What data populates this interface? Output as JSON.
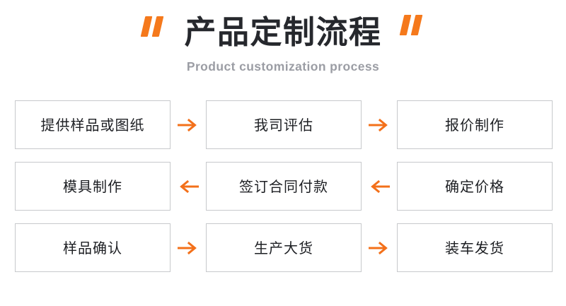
{
  "header": {
    "quote_open": "open-quote-mark",
    "quote_close": "close-quote-mark",
    "title": "产品定制流程",
    "subtitle": "Product customization process"
  },
  "colors": {
    "accent_orange": "#f3701a",
    "quote_orange": "#f5791c",
    "title_dark": "#26282d",
    "subtitle_gray": "#9b9da4",
    "box_border": "#c7c9cc",
    "background": "#ffffff"
  },
  "flow": {
    "rows": [
      {
        "direction": "right",
        "arrow_glyph": "→",
        "steps": [
          {
            "label": "提供样品或图纸"
          },
          {
            "label": "我司评估"
          },
          {
            "label": "报价制作"
          }
        ]
      },
      {
        "direction": "left",
        "arrow_glyph": "←",
        "steps": [
          {
            "label": "模具制作"
          },
          {
            "label": "签订合同付款"
          },
          {
            "label": "确定价格"
          }
        ]
      },
      {
        "direction": "right",
        "arrow_glyph": "→",
        "steps": [
          {
            "label": "样品确认"
          },
          {
            "label": "生产大货"
          },
          {
            "label": "装车发货"
          }
        ]
      }
    ]
  }
}
